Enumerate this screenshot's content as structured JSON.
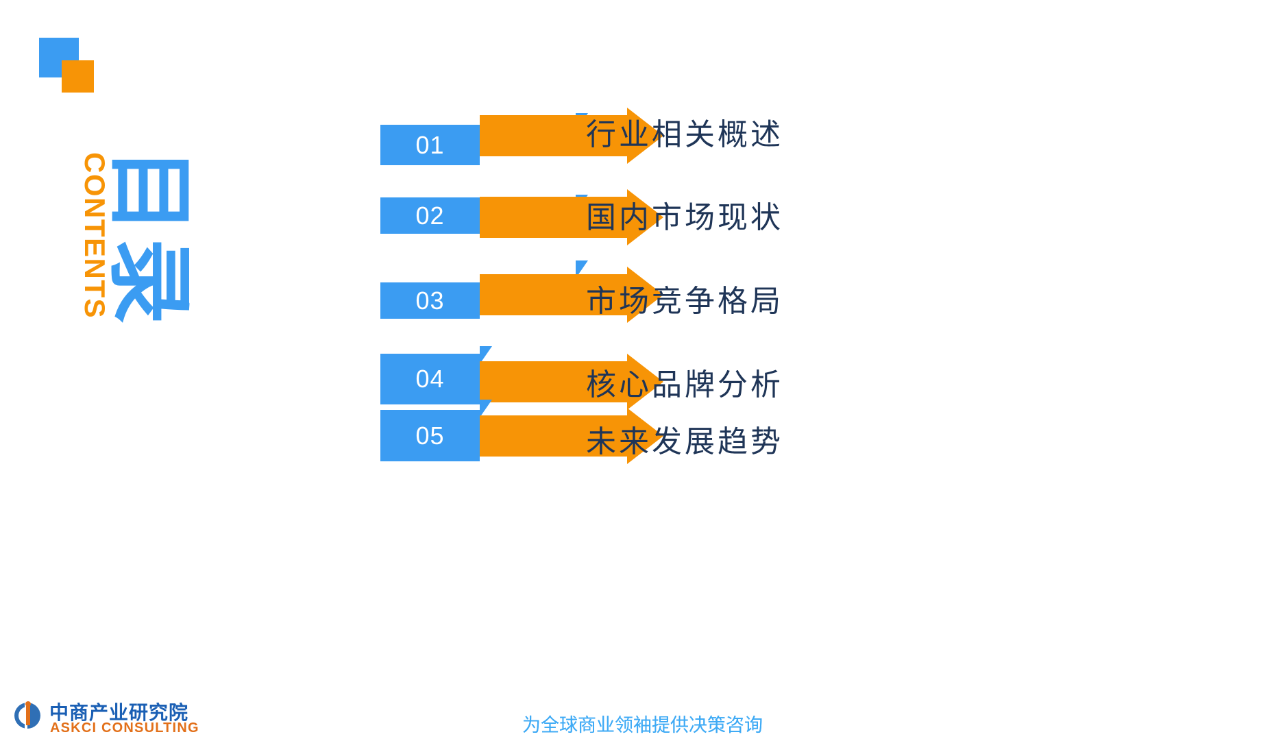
{
  "slide": {
    "title_vertical_en": "CONTENTS",
    "title_vertical_cn": "目录",
    "accent_blue": "#3b9cf2",
    "accent_orange": "#f79406",
    "title_navy": "#1f3557"
  },
  "items": [
    {
      "number": "01",
      "title": "行业相关概述"
    },
    {
      "number": "02",
      "title": "国内市场现状"
    },
    {
      "number": "03",
      "title": "市场竞争格局"
    },
    {
      "number": "04",
      "title": "核心品牌分析"
    },
    {
      "number": "05",
      "title": "未来发展趋势"
    }
  ],
  "footer": {
    "logo_cn": "中商产业研究院",
    "logo_en": "ASKCI CONSULTING",
    "tagline": "为全球商业领袖提供决策咨询",
    "tagline_overlay": "为全球商业领袖提供决策咨询"
  }
}
